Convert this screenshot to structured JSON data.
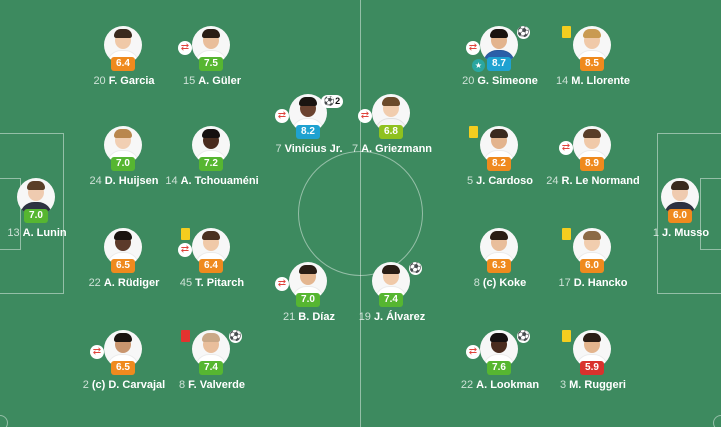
{
  "colors": {
    "pitch": "#3d8a5f",
    "rating_orange": "#ef8a1e",
    "rating_green": "#56b631",
    "rating_dark_green": "#1f9d48",
    "rating_blue": "#1fa2d1",
    "rating_red": "#d9322d",
    "rating_yellow_green": "#8fc11e"
  },
  "players": [
    {
      "number": "20",
      "name": "F. Garcia",
      "rating": "6.4",
      "rating_color": "#ef8a1e",
      "skin": "#f0c9a8",
      "hair": "#3a2a1e",
      "kit": "#ffffff"
    },
    {
      "number": "15",
      "name": "A. Güler",
      "rating": "7.5",
      "rating_color": "#56b631",
      "skin": "#e9be9b",
      "hair": "#2a1d15",
      "kit": "#ffffff",
      "sub": "⇄"
    },
    {
      "number": "7",
      "name": "Vinícius Jr.",
      "rating": "8.2",
      "rating_color": "#1fa2d1",
      "skin": "#6b4330",
      "hair": "#1a1410",
      "kit": "#ffffff",
      "sub": "⇄",
      "goals": "⚽2"
    },
    {
      "number": "24",
      "name": "D. Huijsen",
      "rating": "7.0",
      "rating_color": "#56b631",
      "skin": "#f1cfb3",
      "hair": "#b9874e",
      "kit": "#ffffff"
    },
    {
      "number": "14",
      "name": "A. Tchouaméni",
      "rating": "7.2",
      "rating_color": "#56b631",
      "skin": "#4a2c1f",
      "hair": "#161010",
      "kit": "#ffffff"
    },
    {
      "number": "13",
      "name": "A. Lunin",
      "rating": "7.0",
      "rating_color": "#56b631",
      "skin": "#efcbb0",
      "hair": "#5a3e28",
      "kit": "#2d3242"
    },
    {
      "number": "22",
      "name": "A. Rüdiger",
      "rating": "6.5",
      "rating_color": "#ef8a1e",
      "skin": "#5c3a2a",
      "hair": "#1a1410",
      "kit": "#ffffff"
    },
    {
      "number": "45",
      "name": "T. Pitarch",
      "rating": "6.4",
      "rating_color": "#ef8a1e",
      "skin": "#f0c9a8",
      "hair": "#4a3020",
      "kit": "#ffffff",
      "sub": "⇄",
      "yellow": true
    },
    {
      "number": "21",
      "name": "B. Díaz",
      "rating": "7.0",
      "rating_color": "#56b631",
      "skin": "#e4b690",
      "hair": "#2a1d15",
      "kit": "#ffffff",
      "sub": "⇄"
    },
    {
      "number": "2",
      "captain": "(c)",
      "name": "D. Carvajal",
      "rating": "6.5",
      "rating_color": "#ef8a1e",
      "skin": "#c9956e",
      "hair": "#1a1410",
      "kit": "#ffffff",
      "sub": "⇄"
    },
    {
      "number": "8",
      "name": "F. Valverde",
      "rating": "7.4",
      "rating_color": "#56b631",
      "skin": "#e9be9b",
      "hair": "#caa887",
      "kit": "#ffffff",
      "red": true,
      "ball": "⚽"
    },
    {
      "number": "7",
      "name": "A. Griezmann",
      "rating": "6.8",
      "rating_color": "#8fc11e",
      "skin": "#f1cdae",
      "hair": "#6b4a2a",
      "kit": "#f4f4f4",
      "sub": "⇄"
    },
    {
      "number": "20",
      "name": "G. Simeone",
      "rating": "8.7",
      "rating_color": "#1fa2d1",
      "skin": "#e3b48d",
      "hair": "#1a1410",
      "kit": "#2b5fa8",
      "sub": "⇄",
      "motm": "★",
      "ball": "⚽"
    },
    {
      "number": "14",
      "name": "M. Llorente",
      "rating": "8.5",
      "rating_color": "#ef8a1e",
      "skin": "#f0c9a8",
      "hair": "#c99a52",
      "kit": "#ffffff",
      "yellow": true
    },
    {
      "number": "5",
      "name": "J. Cardoso",
      "rating": "8.2",
      "rating_color": "#ef8a1e",
      "skin": "#e3b48d",
      "hair": "#3a2a1e",
      "kit": "#ffffff",
      "yellow": true
    },
    {
      "number": "24",
      "name": "R. Le Normand",
      "rating": "8.9",
      "rating_color": "#ef8a1e",
      "skin": "#f0c9a8",
      "hair": "#5a3e28",
      "kit": "#ffffff",
      "sub": "⇄"
    },
    {
      "number": "1",
      "name": "J. Musso",
      "rating": "6.0",
      "rating_color": "#ef8a1e",
      "skin": "#efcbb0",
      "hair": "#3a2a1e",
      "kit": "#2d3242"
    },
    {
      "number": "8",
      "captain": "(c)",
      "name": "Koke",
      "rating": "6.3",
      "rating_color": "#ef8a1e",
      "skin": "#e9be9b",
      "hair": "#2a1d15",
      "kit": "#ffffff"
    },
    {
      "number": "17",
      "name": "D. Hancko",
      "rating": "6.0",
      "rating_color": "#ef8a1e",
      "skin": "#f1cdae",
      "hair": "#8b6a45",
      "kit": "#ffffff",
      "yellow": true
    },
    {
      "number": "19",
      "name": "J. Álvarez",
      "rating": "7.4",
      "rating_color": "#56b631",
      "skin": "#f0c9a8",
      "hair": "#2a1d15",
      "kit": "#ffffff",
      "ball": "⚽"
    },
    {
      "number": "22",
      "name": "A. Lookman",
      "rating": "7.6",
      "rating_color": "#56b631",
      "skin": "#4a2c1f",
      "hair": "#161010",
      "kit": "#ffffff",
      "sub": "⇄",
      "ball": "⚽"
    },
    {
      "number": "3",
      "name": "M. Ruggeri",
      "rating": "5.9",
      "rating_color": "#d9322d",
      "skin": "#e3b48d",
      "hair": "#2a1d15",
      "kit": "#ffffff",
      "yellow": true
    }
  ]
}
